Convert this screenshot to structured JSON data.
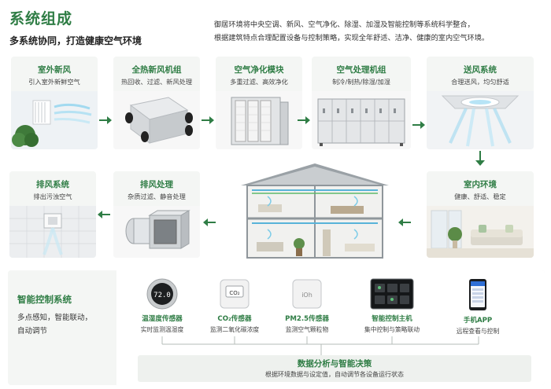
{
  "header": {
    "title": "系统组成",
    "subtitle": "多系统协同，打造健康空气环境",
    "intro_line1": "御居环境将中央空调、新风、空气净化、除湿、加湿及智能控制等系统科学整合，",
    "intro_line2": "根据建筑特点合理配置设备与控制策略，实现全年舒适、洁净、健康的室内空气环境。"
  },
  "top_row": [
    {
      "title": "室外新风",
      "sub": "引入室外新鲜空气"
    },
    {
      "title": "全热新风机组",
      "sub": "热回收、过滤、新风处理"
    },
    {
      "title": "空气净化模块",
      "sub": "多重过滤、高效净化"
    },
    {
      "title": "空气处理机组",
      "sub": "制冷/制热/除湿/加湿"
    },
    {
      "title": "送风系统",
      "sub": "合理送风，均匀舒适"
    }
  ],
  "bottom_row": [
    {
      "title": "排风系统",
      "sub": "排出污浊空气"
    },
    {
      "title": "排风处理",
      "sub": "杂质过滤、静音处理"
    },
    {
      "title": "室内环境",
      "sub": "健康、舒适、稳定"
    }
  ],
  "control": {
    "title": "智能控制系统",
    "desc_line1": "多点感知，智能联动，",
    "desc_line2": "自动调节",
    "devices": [
      {
        "name": "温湿度传感器",
        "desc": "实时监测温湿度",
        "icon": "thermostat-icon",
        "screen": "72.0"
      },
      {
        "name": "CO₂传感器",
        "desc": "监测二氧化碳浓度",
        "icon": "co2-sensor-icon",
        "screen": "CO₂"
      },
      {
        "name": "PM2.5传感器",
        "desc": "监测空气颗粒物",
        "icon": "pm25-sensor-icon",
        "screen": "iOh"
      },
      {
        "name": "智能控制主机",
        "desc": "集中控制与策略联动",
        "icon": "control-host-icon",
        "screen": ""
      },
      {
        "name": "手机APP",
        "desc": "远程查看与控制",
        "icon": "phone-app-icon",
        "screen": ""
      }
    ],
    "analysis_title": "数据分析与智能决策",
    "analysis_sub": "根据环境数据与设定值，自动调节各设备运行状态"
  },
  "colors": {
    "accent": "#2f7d45",
    "panel": "#f4f6f4"
  }
}
